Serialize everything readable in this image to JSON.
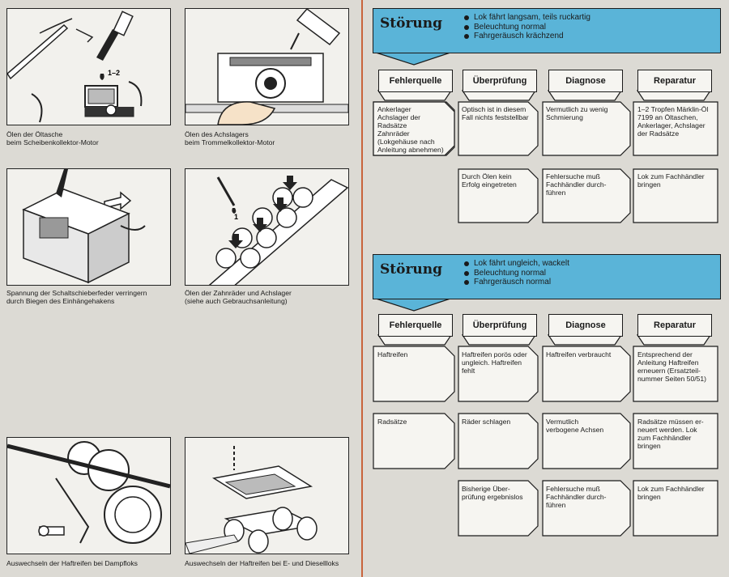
{
  "captions": {
    "c1": "Ölen der Öltasche\nbeim Scheibenkollektor-Motor",
    "c2": "Ölen des Achslagers\nbeim Trommelkollektor-Motor",
    "c3": "Spannung der Schaltschieberfeder verringern\ndurch Biegen des Einhängehakens",
    "c4": "Ölen der Zahnräder und Achslager\n(siehe auch Gebrauchsanleitung)",
    "c5": "Auswechseln der Haftreifen bei Dampfloks",
    "c6": "Auswechseln der Haftreifen bei E- und Diesellloks"
  },
  "illustration_labels": {
    "drop_12": "1–2",
    "drop_1": "1"
  },
  "headers": {
    "h1": "Fehlerquelle",
    "h2": "Überprüfung",
    "h3": "Diagnose",
    "h4": "Reparatur"
  },
  "table1": {
    "title": "Störung",
    "symptoms": [
      "Lok fährt langsam, teils ruckartig",
      "Beleuchtung normal",
      "Fahrgeräusch krächzend"
    ],
    "rows": [
      [
        "Ankerlager\nAchslager der\nRadsätze\nZahnräder\n(Lokgehäuse nach\nAnleitung abnehmen)",
        "Optisch ist in diesem\nFall nichts feststellbar",
        "Vermutlich zu wenig\nSchmierung",
        "1–2 Tropfen Märklin-Öl\n7199 an Öltaschen,\nAnkerlager, Achslager\nder Radsätze"
      ],
      [
        "",
        "Durch Ölen kein\nErfolg eingetreten",
        "Fehlersuche muß\nFachhändler durch-\nführen",
        "Lok zum Fachhändler\nbringen"
      ]
    ]
  },
  "table2": {
    "title": "Störung",
    "symptoms": [
      "Lok fährt ungleich, wackelt",
      "Beleuchtung normal",
      "Fahrgeräusch normal"
    ],
    "rows": [
      [
        "Haftreifen",
        "Haftreifen porös oder\nungleich. Haftreifen\nfehlt",
        "Haftreifen verbraucht",
        "Entsprechend der\nAnleitung Haftreifen\nerneuern (Ersatzteil-\nnummer Seiten 50/51)"
      ],
      [
        "Radsätze",
        "Räder schlagen",
        "Vermutlich\nverbogene Achsen",
        "Radsätze müssen er-\nneuert werden. Lok\nzum Fachhändler\nbringen"
      ],
      [
        "",
        "Bisherige Über-\nprüfung ergebnislos",
        "Fehlersuche muß\nFachhändler durch-\nführen",
        "Lok zum Fachhändler\nbringen"
      ]
    ]
  },
  "colors": {
    "banner": "#5ab4d8",
    "divider": "#c8643c",
    "paper": "#dcdad4",
    "box": "#f6f5f1"
  }
}
